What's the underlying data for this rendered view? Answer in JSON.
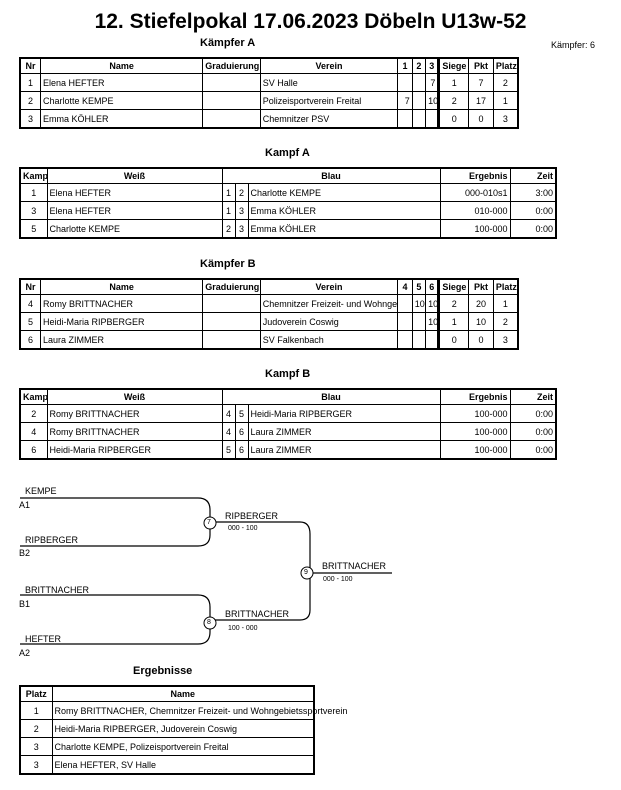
{
  "title": "12. Stiefelpokal  17.06.2023  Döbeln   U13w-52",
  "kaempfer_count": "Kämpfer: 6",
  "pool_a": {
    "label": "Kämpfer A",
    "headers": [
      "Nr",
      "Name",
      "Graduierung",
      "Verein",
      "1",
      "2",
      "3",
      "Siege",
      "Pkt",
      "Platz"
    ],
    "rows": [
      {
        "nr": "1",
        "name": "Elena HEFTER",
        "grad": "",
        "verein": "SV Halle",
        "s1": "",
        "s2": "",
        "s3": "7",
        "siege": "1",
        "pkt": "7",
        "platz": "2"
      },
      {
        "nr": "2",
        "name": "Charlotte KEMPE",
        "grad": "",
        "verein": "Polizeisportverein Freital",
        "s1": "7",
        "s2": "",
        "s3": "10",
        "siege": "2",
        "pkt": "17",
        "platz": "1"
      },
      {
        "nr": "3",
        "name": "Emma KÖHLER",
        "grad": "",
        "verein": "Chemnitzer PSV",
        "s1": "",
        "s2": "",
        "s3": "",
        "siege": "0",
        "pkt": "0",
        "platz": "3"
      }
    ]
  },
  "kampf_a": {
    "label": "Kampf A",
    "headers": [
      "Kampf",
      "Weiß",
      "Blau",
      "Ergebnis",
      "Zeit"
    ],
    "rows": [
      {
        "kampf": "1",
        "weiss": "Elena HEFTER",
        "wn": "1",
        "bn": "2",
        "blau": "Charlotte KEMPE",
        "erg": "000-010s1",
        "zeit": "3:00"
      },
      {
        "kampf": "3",
        "weiss": "Elena HEFTER",
        "wn": "1",
        "bn": "3",
        "blau": "Emma KÖHLER",
        "erg": "010-000",
        "zeit": "0:00"
      },
      {
        "kampf": "5",
        "weiss": "Charlotte KEMPE",
        "wn": "2",
        "bn": "3",
        "blau": "Emma KÖHLER",
        "erg": "100-000",
        "zeit": "0:00"
      }
    ]
  },
  "pool_b": {
    "label": "Kämpfer B",
    "headers": [
      "Nr",
      "Name",
      "Graduierung",
      "Verein",
      "4",
      "5",
      "6",
      "Siege",
      "Pkt",
      "Platz"
    ],
    "rows": [
      {
        "nr": "4",
        "name": "Romy BRITTNACHER",
        "grad": "",
        "verein": "Chemnitzer Freizeit- und Wohngebietssportverein",
        "s1": "",
        "s2": "10",
        "s3": "10",
        "siege": "2",
        "pkt": "20",
        "platz": "1"
      },
      {
        "nr": "5",
        "name": "Heidi-Maria RIPBERGER",
        "grad": "",
        "verein": "Judoverein Coswig",
        "s1": "",
        "s2": "",
        "s3": "10",
        "siege": "1",
        "pkt": "10",
        "platz": "2"
      },
      {
        "nr": "6",
        "name": "Laura ZIMMER",
        "grad": "",
        "verein": "SV Falkenbach",
        "s1": "",
        "s2": "",
        "s3": "",
        "siege": "0",
        "pkt": "0",
        "platz": "3"
      }
    ]
  },
  "kampf_b": {
    "label": "Kampf B",
    "headers": [
      "Kampf",
      "Weiß",
      "Blau",
      "Ergebnis",
      "Zeit"
    ],
    "rows": [
      {
        "kampf": "2",
        "weiss": "Romy BRITTNACHER",
        "wn": "4",
        "bn": "5",
        "blau": "Heidi-Maria RIPBERGER",
        "erg": "100-000",
        "zeit": "0:00"
      },
      {
        "kampf": "4",
        "weiss": "Romy BRITTNACHER",
        "wn": "4",
        "bn": "6",
        "blau": "Laura ZIMMER",
        "erg": "100-000",
        "zeit": "0:00"
      },
      {
        "kampf": "6",
        "weiss": "Heidi-Maria RIPBERGER",
        "wn": "5",
        "bn": "6",
        "blau": "Laura ZIMMER",
        "erg": "100-000",
        "zeit": "0:00"
      }
    ]
  },
  "bracket": {
    "a1_name": "KEMPE",
    "a1_tag": "A1",
    "b2_name": "RIPBERGER",
    "b2_tag": "B2",
    "b1_name": "BRITTNACHER",
    "b1_tag": "B1",
    "a2_name": "HEFTER",
    "a2_tag": "A2",
    "f7_no": "7",
    "f7_winner": "RIPBERGER",
    "f7_score": "000 - 100",
    "f8_no": "8",
    "f8_winner": "BRITTNACHER",
    "f8_score": "100 - 000",
    "f9_no": "9",
    "f9_winner": "BRITTNACHER",
    "f9_score": "000 - 100"
  },
  "ergebnisse": {
    "label": "Ergebnisse",
    "headers": [
      "Platz",
      "Name"
    ],
    "rows": [
      {
        "platz": "1",
        "name": "Romy BRITTNACHER, Chemnitzer Freizeit- und Wohngebietssportverein"
      },
      {
        "platz": "2",
        "name": "Heidi-Maria RIPBERGER, Judoverein Coswig"
      },
      {
        "platz": "3",
        "name": "Charlotte KEMPE, Polizeisportverein Freital"
      },
      {
        "platz": "3",
        "name": "Elena HEFTER, SV Halle"
      }
    ]
  }
}
